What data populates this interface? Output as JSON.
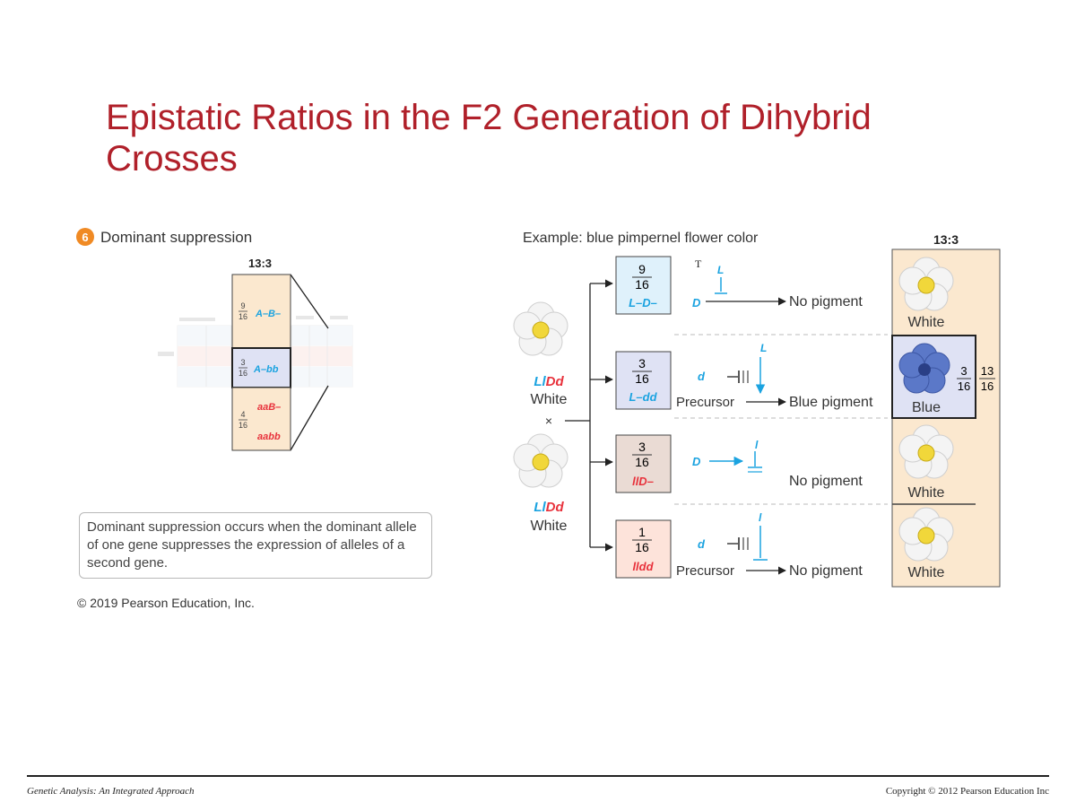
{
  "title": "Epistatic Ratios in the F2 Generation of Dihybrid Crosses",
  "panel": {
    "badge": "6",
    "heading": "Dominant suppression",
    "ratio": "13:3",
    "mini_cells": [
      {
        "num": "9",
        "den": "16",
        "genotype": "A–B–"
      },
      {
        "num": "3",
        "den": "16",
        "genotype": "A–bb"
      },
      {
        "num": "4",
        "den": "16",
        "genotype": "aaB–",
        "genotype2": "aabb"
      }
    ],
    "definition": "Dominant suppression occurs when the dominant allele of one gene suppresses the expression of alleles of a second gene.",
    "copyright": "© 2019 Pearson Education, Inc."
  },
  "example": {
    "heading": "Example: blue pimpernel flower color",
    "ratio": "13:3",
    "parents": [
      {
        "genotype_l": "Ll",
        "genotype_d": "Dd",
        "color": "White"
      },
      {
        "genotype_l": "Ll",
        "genotype_d": "Dd",
        "color": "White"
      }
    ],
    "cross_symbol": "×",
    "classes": [
      {
        "num": "9",
        "den": "16",
        "genotype": "L–D–",
        "pathway": [
          "L",
          "D"
        ],
        "result": "No pigment",
        "color": "White"
      },
      {
        "num": "3",
        "den": "16",
        "genotype": "L–dd",
        "pathway": [
          "L",
          "d"
        ],
        "precursor": "Precursor",
        "result": "Blue pigment",
        "color": "Blue"
      },
      {
        "num": "3",
        "den": "16",
        "genotype": "llD–",
        "pathway": [
          "l",
          "D"
        ],
        "result": "No pigment",
        "color": "White"
      },
      {
        "num": "1",
        "den": "16",
        "genotype": "lldd",
        "pathway": [
          "l",
          "d"
        ],
        "precursor": "Precursor",
        "result": "No pigment",
        "color": "White"
      }
    ],
    "blue_fraction": {
      "num": "3",
      "den": "16"
    },
    "white_fraction": {
      "num": "13",
      "den": "16"
    },
    "cursor_glyph": "T"
  },
  "footer": {
    "left": "Genetic Analysis: An Integrated Approach",
    "right": "Copyright © 2012 Pearson Education Inc"
  },
  "colors": {
    "title": "#b0202a",
    "accent_blue": "#1ba3e0",
    "accent_red": "#e8323c",
    "badge": "#f08a24",
    "peach": "#fbe8cf",
    "lavender": "#dfe2f4",
    "light_blue": "#dff1fb",
    "taupe": "#eadbd4",
    "pink": "#fde3da"
  }
}
